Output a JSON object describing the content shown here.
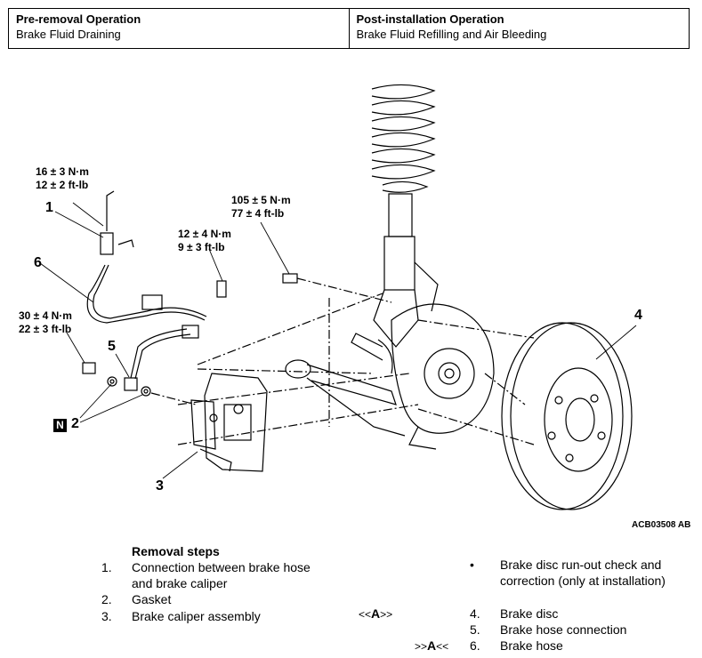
{
  "operations": {
    "pre_heading": "Pre-removal Operation",
    "pre_item": "Brake Fluid Draining",
    "post_heading": "Post-installation Operation",
    "post_item": "Brake Fluid Refilling and Air Bleeding"
  },
  "figure": {
    "torque_1_nm": "16 ± 3 N·m",
    "torque_1_ftlb": "12 ± 2 ft-lb",
    "torque_2_nm": "105 ± 5 N·m",
    "torque_2_ftlb": "77 ± 4 ft-lb",
    "torque_3_nm": "12 ± 4 N·m",
    "torque_3_ftlb": "9 ± 3 ft-lb",
    "torque_4_nm": "30 ± 4 N·m",
    "torque_4_ftlb": "22 ± 3 ft-lb",
    "callouts": [
      "1",
      "2",
      "3",
      "4",
      "5",
      "6"
    ],
    "badge": "N",
    "figure_id": "ACB03508 AB"
  },
  "removal": {
    "heading": "Removal steps",
    "step1_num": "1.",
    "step1_line1": "Connection between brake hose",
    "step1_line2": "and brake caliper",
    "step2_num": "2.",
    "step2_text": "Gasket",
    "step3_num": "3.",
    "step3_text": "Brake caliper assembly",
    "bullet": "•",
    "note_line1": "Brake disc run-out check and",
    "note_line2": "correction (only at installation)",
    "marker_a_left": "<<",
    "marker_a_letter": "A",
    "marker_a_right": ">>",
    "step4_num": "4.",
    "step4_text": "Brake disc",
    "step5_num": "5.",
    "step5_text": "Brake hose connection",
    "marker_b_left": ">>",
    "marker_b_letter": "A",
    "marker_b_right": "<<",
    "step6_num": "6.",
    "step6_text": "Brake hose"
  }
}
